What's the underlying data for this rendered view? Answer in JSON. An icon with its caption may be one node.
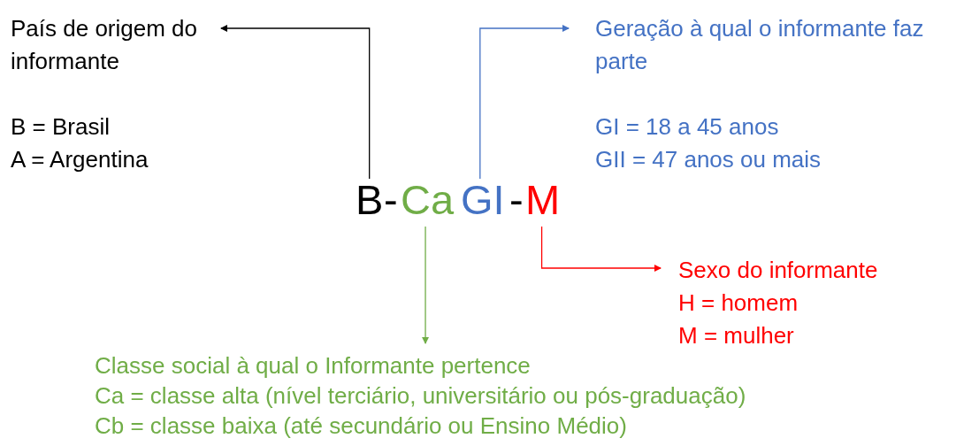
{
  "diagram": {
    "nodes": [
      {
        "text": [
          "País de origem do informante",
          "B = Brasil",
          "A = Argentina"
        ]
      },
      {
        "text": [
          "Geração à qual o informante faz parte",
          "GI = 18 a 45 anos",
          "GII = 47 anos ou mais"
        ]
      },
      {
        "text": [
          "B"
        ]
      },
      {
        "text": [
          "Ca"
        ]
      },
      {
        "text": [
          "GI"
        ]
      },
      {
        "text": [
          "M"
        ]
      },
      {
        "text": [
          "Sexo do informante",
          "H = homem",
          "M = mulher"
        ]
      },
      {
        "text": [
          "Classe social à qual o Informante pertence",
          "Ca = classe alta (nível terciário, universitário ou pós-graduação)",
          "Cb = classe baixa (até secundário ou Ensino Médio)"
        ]
      }
    ],
    "edges": [
      {
        "from": 2,
        "to": 0,
        "arrow": "to",
        "color": "#000000"
      },
      {
        "from": 4,
        "to": 1,
        "arrow": "to",
        "color": "#4472c4"
      },
      {
        "from": 3,
        "to": 7,
        "arrow": "to",
        "color": "#70ad47"
      },
      {
        "from": 5,
        "to": 6,
        "arrow": "to",
        "color": "#ff0000"
      }
    ],
    "labels": [
      "-",
      "-"
    ]
  }
}
